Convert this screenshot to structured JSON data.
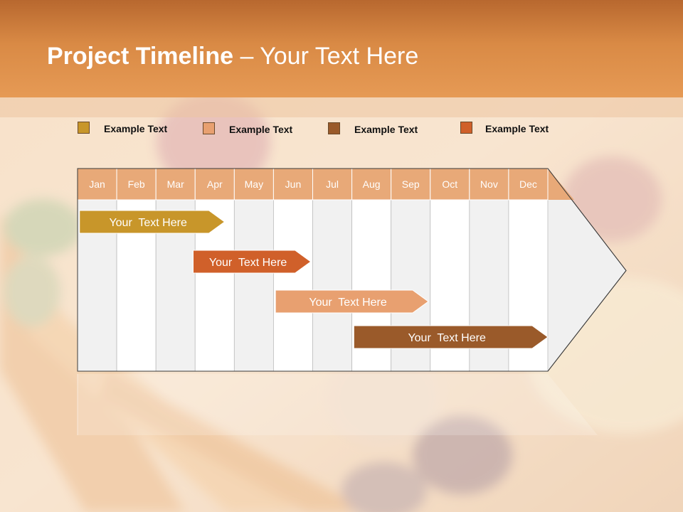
{
  "slide": {
    "title_bold": "Project Timeline",
    "title_rest": " – Your Text Here"
  },
  "legend": [
    {
      "label": "Example Text",
      "color": "#c8962a"
    },
    {
      "label": "Example Text",
      "color": "#e8a070"
    },
    {
      "label": "Example Text",
      "color": "#9a5a2a"
    },
    {
      "label": "Example Text",
      "color": "#d0602a"
    }
  ],
  "timeline": {
    "months": [
      "Jan",
      "Feb",
      "Mar",
      "Apr",
      "May",
      "Jun",
      "Jul",
      "Aug",
      "Sep",
      "Oct",
      "Nov",
      "Dec"
    ],
    "header_color": "#e8a978",
    "tasks": [
      {
        "label": "Your  Text Here",
        "start_month": 0.05,
        "end_month": 3.75,
        "color": "#c8962a"
      },
      {
        "label": "Your  Text Here",
        "start_month": 2.95,
        "end_month": 5.95,
        "color": "#d0602a"
      },
      {
        "label": "Your  Text Here",
        "start_month": 5.05,
        "end_month": 8.95,
        "color": "#e8a070"
      },
      {
        "label": "Your  Text Here",
        "start_month": 7.05,
        "end_month": 12.0,
        "color": "#9a5a2a"
      }
    ]
  }
}
